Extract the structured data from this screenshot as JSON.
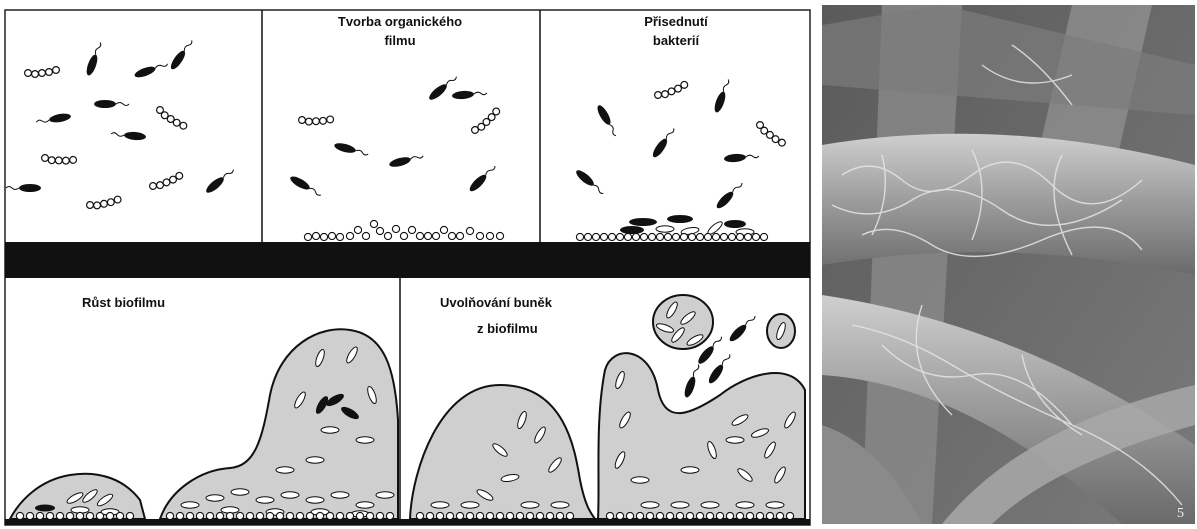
{
  "diagram": {
    "panels": [
      {
        "id": "p1",
        "label_lines": []
      },
      {
        "id": "p2",
        "label_lines": [
          "Tvorba organického",
          "filmu"
        ]
      },
      {
        "id": "p3",
        "label_lines": [
          "Přisednutí",
          "bakterií"
        ]
      },
      {
        "id": "p4",
        "label_lines": [
          "Růst biofilmu"
        ]
      },
      {
        "id": "p5",
        "label_lines": [
          "Uvolňování buněk",
          "z biofilmu"
        ]
      }
    ]
  },
  "photo": {
    "corner_number": "5"
  },
  "colors": {
    "biofilm_fill": "#cfcfcf",
    "ink": "#111111",
    "photo_bg": "#6e6e6e",
    "fiber": "#a9a9a9"
  }
}
